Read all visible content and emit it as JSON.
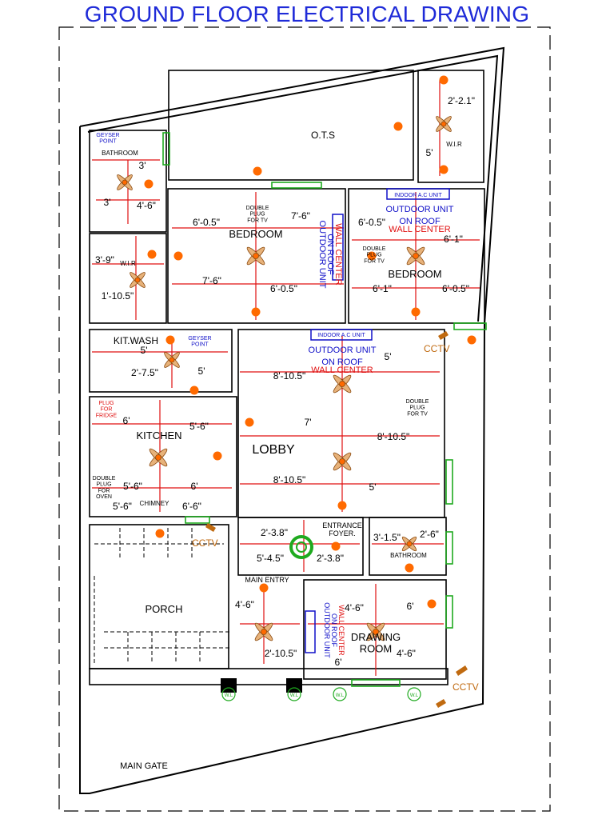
{
  "title": "GROUND FLOOR ELECTRICAL DRAWING",
  "colors": {
    "title": "#1f2bd8",
    "wall": "#000000",
    "wiring": "#e01010",
    "fixture": "#ff6a00",
    "ac": "#1010c8",
    "window": "#1faa1f"
  },
  "rooms": {
    "ots": "O.T.S",
    "bathroom_nw": "BATHROOM",
    "bedroom_left": "BEDROOM",
    "bedroom_right": "BEDROOM",
    "wir_left": "W.I.R",
    "wir_right": "W.I.R",
    "kit_wash": "KIT.WASH",
    "kitchen": "KITCHEN",
    "lobby": "LOBBY",
    "chimney": "CHIMNEY",
    "entrance_foyer": "ENTRANCE\nFOYER.",
    "bathroom_se": "BATHROOM",
    "main_entry": "MAIN ENTRY",
    "porch": "PORCH",
    "drawing_room": "DRAWING\nROOM",
    "main_gate": "MAIN GATE"
  },
  "dimensions": {
    "d1": "2'-2.1\"",
    "d2": "5'",
    "d3": "3'",
    "d4": "3'",
    "d5": "4'-6\"",
    "d6": "6'-0.5\"",
    "d7": "7'-6\"",
    "d8": "6'-0.5\"",
    "d9": "6'-1\"",
    "d10": "3'-9\"",
    "d11": "1'-10.5\"",
    "d12": "7'-6\"",
    "d13": "6'-0.5\"",
    "d14": "6'-1\"",
    "d15": "6'-0.5\"",
    "d16": "5'",
    "d17": "2'-7.5\"",
    "d18": "5'",
    "d19": "8'-10.5\"",
    "d20": "5'",
    "d21": "6'",
    "d22": "5'-6\"",
    "d23": "7'",
    "d24": "8'-10.5\"",
    "d25": "5'-6\"",
    "d26": "6'",
    "d27": "8'-10.5\"",
    "d28": "5'",
    "d29": "5'-6\"",
    "d30": "6'-6\"",
    "d31": "2'-3.8\"",
    "d32": "3'-1.5\"",
    "d33": "2'-6\"",
    "d34": "5'-4.5\"",
    "d35": "2'-3.8\"",
    "d36": "4'-6\"",
    "d37": "4'-6\"",
    "d38": "6'",
    "d39": "2'-10.5\"",
    "d40": "4'-6\"",
    "d41": "6'"
  },
  "ac": {
    "indoor": "INDOOR A.C UNIT",
    "outdoor": "OUTDOOR UNIT",
    "roof": "ON ROOF",
    "wall": "WALL CENTER"
  },
  "notes": {
    "double_plug_tv": "DOUBLE\nPLUG\nFOR TV",
    "double_plug_oven": "DOUBLE\nPLUG\nFOR\nOVEN",
    "geyser_point": "GEYSER\nPOINT",
    "plug_fridge": "PLUG\nFOR\nFRIDGE",
    "cctv": "CCTV",
    "wl": "W.L"
  }
}
